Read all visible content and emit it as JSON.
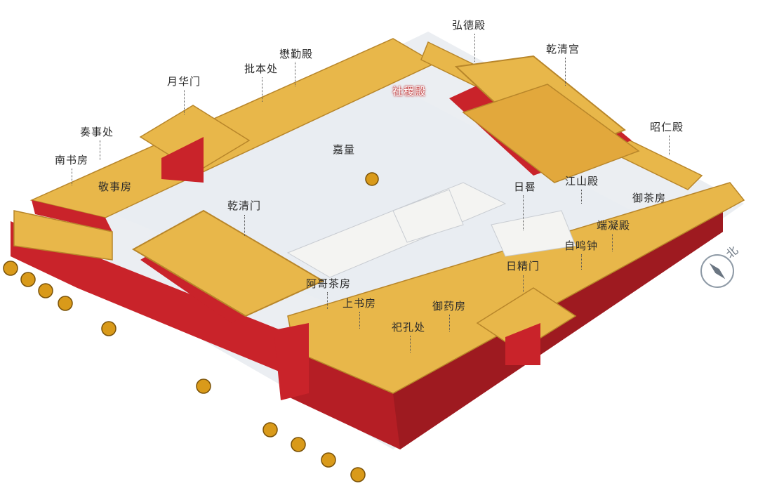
{
  "map": {
    "labels": [
      {
        "id": "hongde",
        "text": "弘德殿"
      },
      {
        "id": "qianqinggong",
        "text": "乾清宫"
      },
      {
        "id": "maoqin",
        "text": "懋勤殿"
      },
      {
        "id": "piben",
        "text": "批本处"
      },
      {
        "id": "yuehua",
        "text": "月华门"
      },
      {
        "id": "sheji",
        "text": "社稷殿"
      },
      {
        "id": "zoushi",
        "text": "奏事处"
      },
      {
        "id": "zhaoren",
        "text": "昭仁殿"
      },
      {
        "id": "nanshu",
        "text": "南书房"
      },
      {
        "id": "jialiang",
        "text": "嘉量"
      },
      {
        "id": "jingshi",
        "text": "敬事房"
      },
      {
        "id": "jiangshan",
        "text": "江山殿"
      },
      {
        "id": "rigui",
        "text": "日晷"
      },
      {
        "id": "yucha",
        "text": "御茶房"
      },
      {
        "id": "qianqingmen",
        "text": "乾清门"
      },
      {
        "id": "duanning",
        "text": "端凝殿"
      },
      {
        "id": "ziming",
        "text": "自鸣钟"
      },
      {
        "id": "rijing",
        "text": "日精门"
      },
      {
        "id": "agecha",
        "text": "阿哥茶房"
      },
      {
        "id": "shangshu",
        "text": "上书房"
      },
      {
        "id": "yuyao",
        "text": "御药房"
      },
      {
        "id": "sikong",
        "text": "祀孔处"
      }
    ],
    "compass_label": "北",
    "colors": {
      "roof": "#e8b74a",
      "roof_dark": "#b8862a",
      "wall": "#c9232a",
      "wall_dark": "#9e1a20",
      "court": "#e9edf2",
      "marble": "#f4f4f2"
    }
  }
}
